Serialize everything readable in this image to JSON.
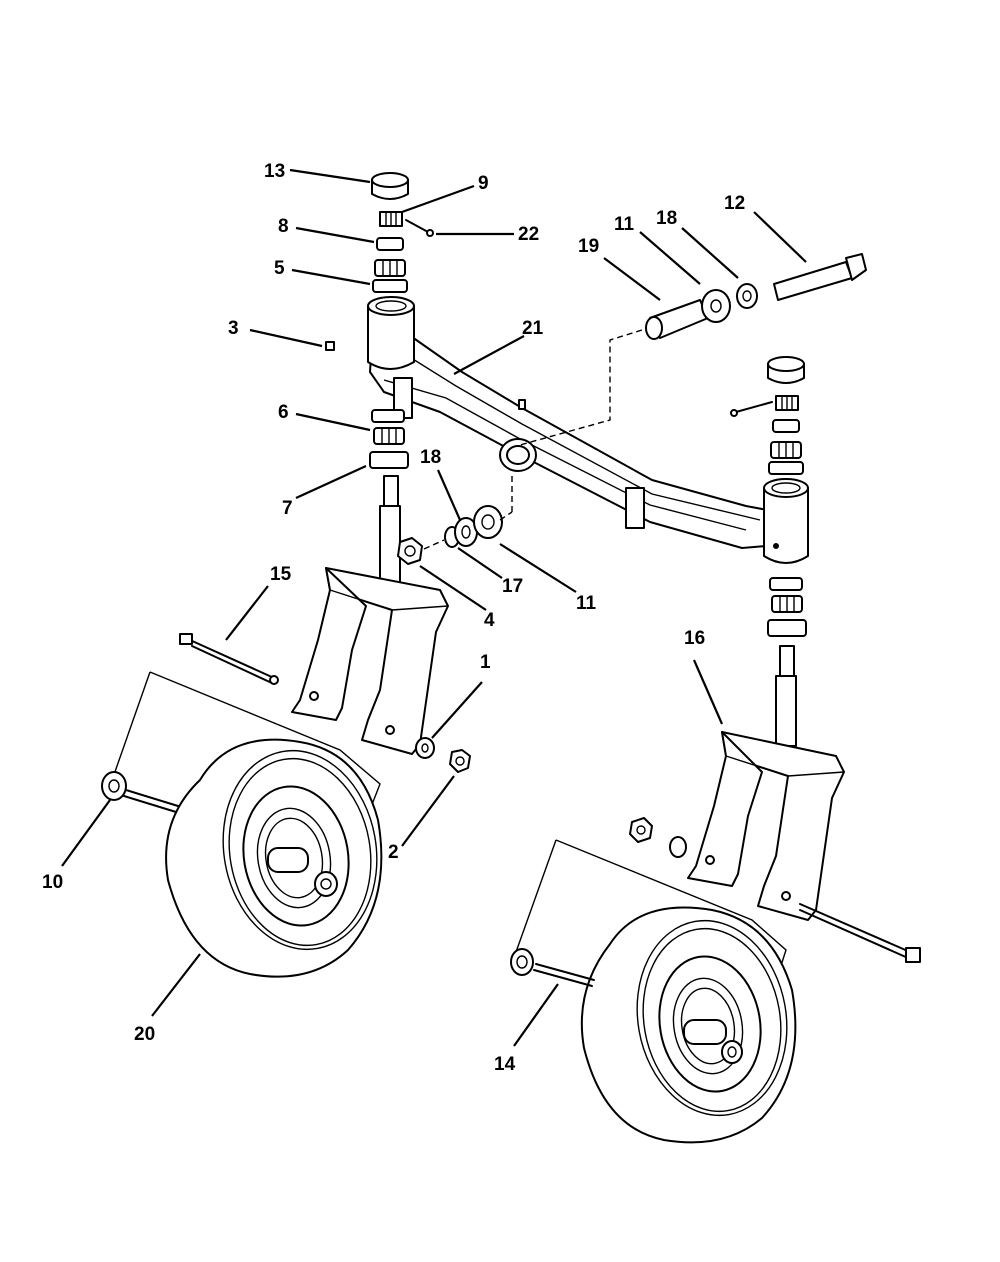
{
  "diagram": {
    "callouts": [
      {
        "id": "13",
        "label": "13"
      },
      {
        "id": "9",
        "label": "9"
      },
      {
        "id": "8",
        "label": "8"
      },
      {
        "id": "22",
        "label": "22"
      },
      {
        "id": "5",
        "label": "5"
      },
      {
        "id": "3",
        "label": "3"
      },
      {
        "id": "21",
        "label": "21"
      },
      {
        "id": "19",
        "label": "19"
      },
      {
        "id": "11a",
        "label": "11"
      },
      {
        "id": "18a",
        "label": "18"
      },
      {
        "id": "12",
        "label": "12"
      },
      {
        "id": "6",
        "label": "6"
      },
      {
        "id": "7",
        "label": "7"
      },
      {
        "id": "18b",
        "label": "18"
      },
      {
        "id": "17",
        "label": "17"
      },
      {
        "id": "11b",
        "label": "11"
      },
      {
        "id": "4",
        "label": "4"
      },
      {
        "id": "15",
        "label": "15"
      },
      {
        "id": "1",
        "label": "1"
      },
      {
        "id": "16",
        "label": "16"
      },
      {
        "id": "2",
        "label": "2"
      },
      {
        "id": "10",
        "label": "10"
      },
      {
        "id": "20",
        "label": "20"
      },
      {
        "id": "14",
        "label": "14"
      }
    ]
  }
}
